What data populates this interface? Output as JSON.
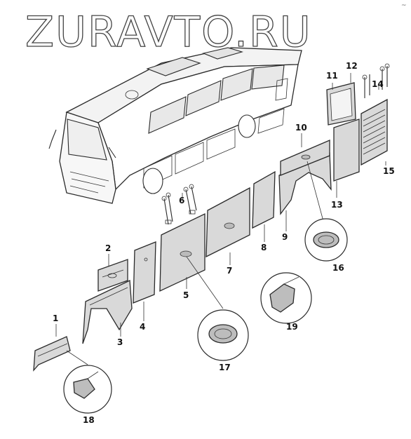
{
  "watermark": "ZURAVTO.RU",
  "corner_mark": "~",
  "callouts": [
    "1",
    "2",
    "3",
    "4",
    "5",
    "6",
    "7",
    "8",
    "9",
    "10",
    "11",
    "12",
    "13",
    "14",
    "15",
    "16",
    "17",
    "18",
    "19"
  ]
}
